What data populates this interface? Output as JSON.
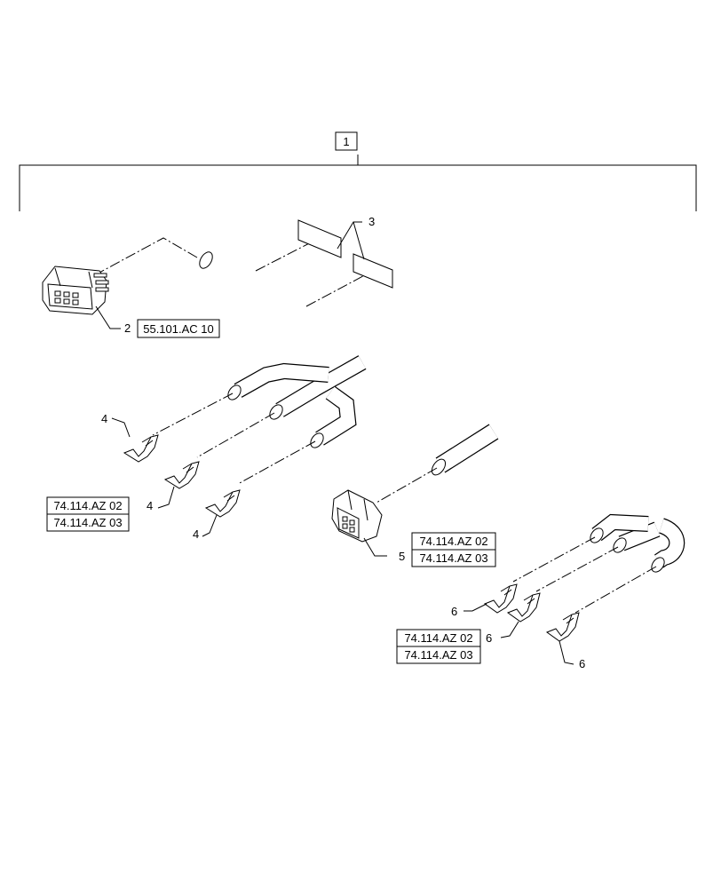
{
  "callouts": {
    "assembly": "1",
    "item_2": "2",
    "item_3": "3",
    "item_4a": "4",
    "item_4b": "4",
    "item_4c": "4",
    "item_5": "5",
    "item_6a": "6",
    "item_6b": "6",
    "item_6c": "6"
  },
  "references": {
    "connector_2": "55.101.AC 10",
    "terminal_4_a": "74.114.AZ 02",
    "terminal_4_b": "74.114.AZ 03",
    "connector_5_a": "74.114.AZ 02",
    "connector_5_b": "74.114.AZ 03",
    "terminal_6_a": "74.114.AZ 02",
    "terminal_6_b": "74.114.AZ 03"
  }
}
